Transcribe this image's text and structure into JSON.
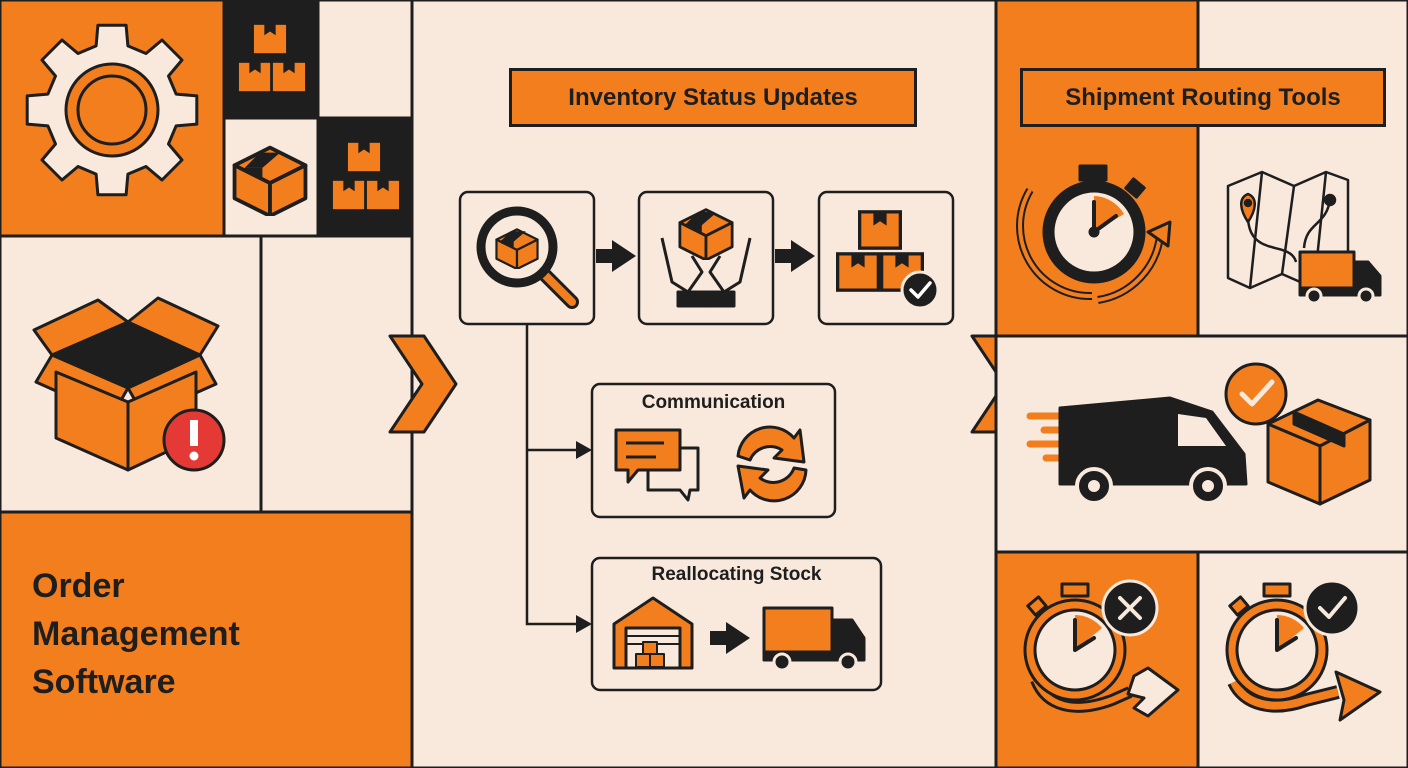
{
  "colors": {
    "orange": "#f37e1e",
    "dark": "#1e1e1e",
    "cream": "#f8e9dc",
    "red": "#e53935",
    "white": "#ffffff"
  },
  "left": {
    "title_lines": [
      "Order",
      "Management",
      "Software"
    ]
  },
  "middle": {
    "title": "Inventory Status Updates",
    "communication_label": "Communication",
    "reallocating_label": "Reallocating Stock"
  },
  "right": {
    "title": "Shipment Routing Tools"
  },
  "icons": [
    "gear-icon",
    "stacked-boxes-icon",
    "box-icon",
    "open-box-alert-icon",
    "magnifier-box-icon",
    "hands-box-icon",
    "boxes-check-icon",
    "chat-icon",
    "sync-icon",
    "warehouse-icon",
    "truck-icon",
    "stopwatch-icon",
    "route-map-icon",
    "delivery-van-icon",
    "box-check-icon",
    "stopwatch-fail-icon",
    "stopwatch-success-icon",
    "chevron-right-icon"
  ]
}
